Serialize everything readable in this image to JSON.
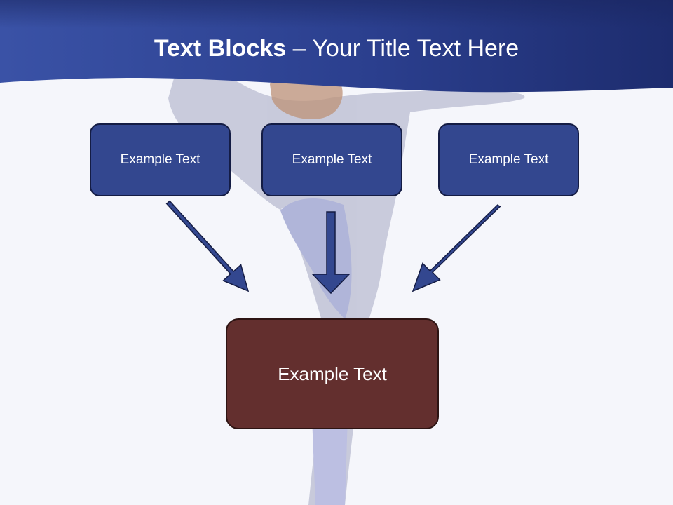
{
  "title": {
    "bold": "Text Blocks",
    "dash": " – ",
    "rest": "Your Title Text Here"
  },
  "blocks": [
    {
      "label": "Example Text"
    },
    {
      "label": "Example Text"
    },
    {
      "label": "Example Text"
    }
  ],
  "result_block": {
    "label": "Example Text"
  },
  "colors": {
    "header": "#2e4391",
    "block_fill": "#33478f",
    "result_fill": "#632f2e",
    "arrow_fill": "#33478f"
  }
}
